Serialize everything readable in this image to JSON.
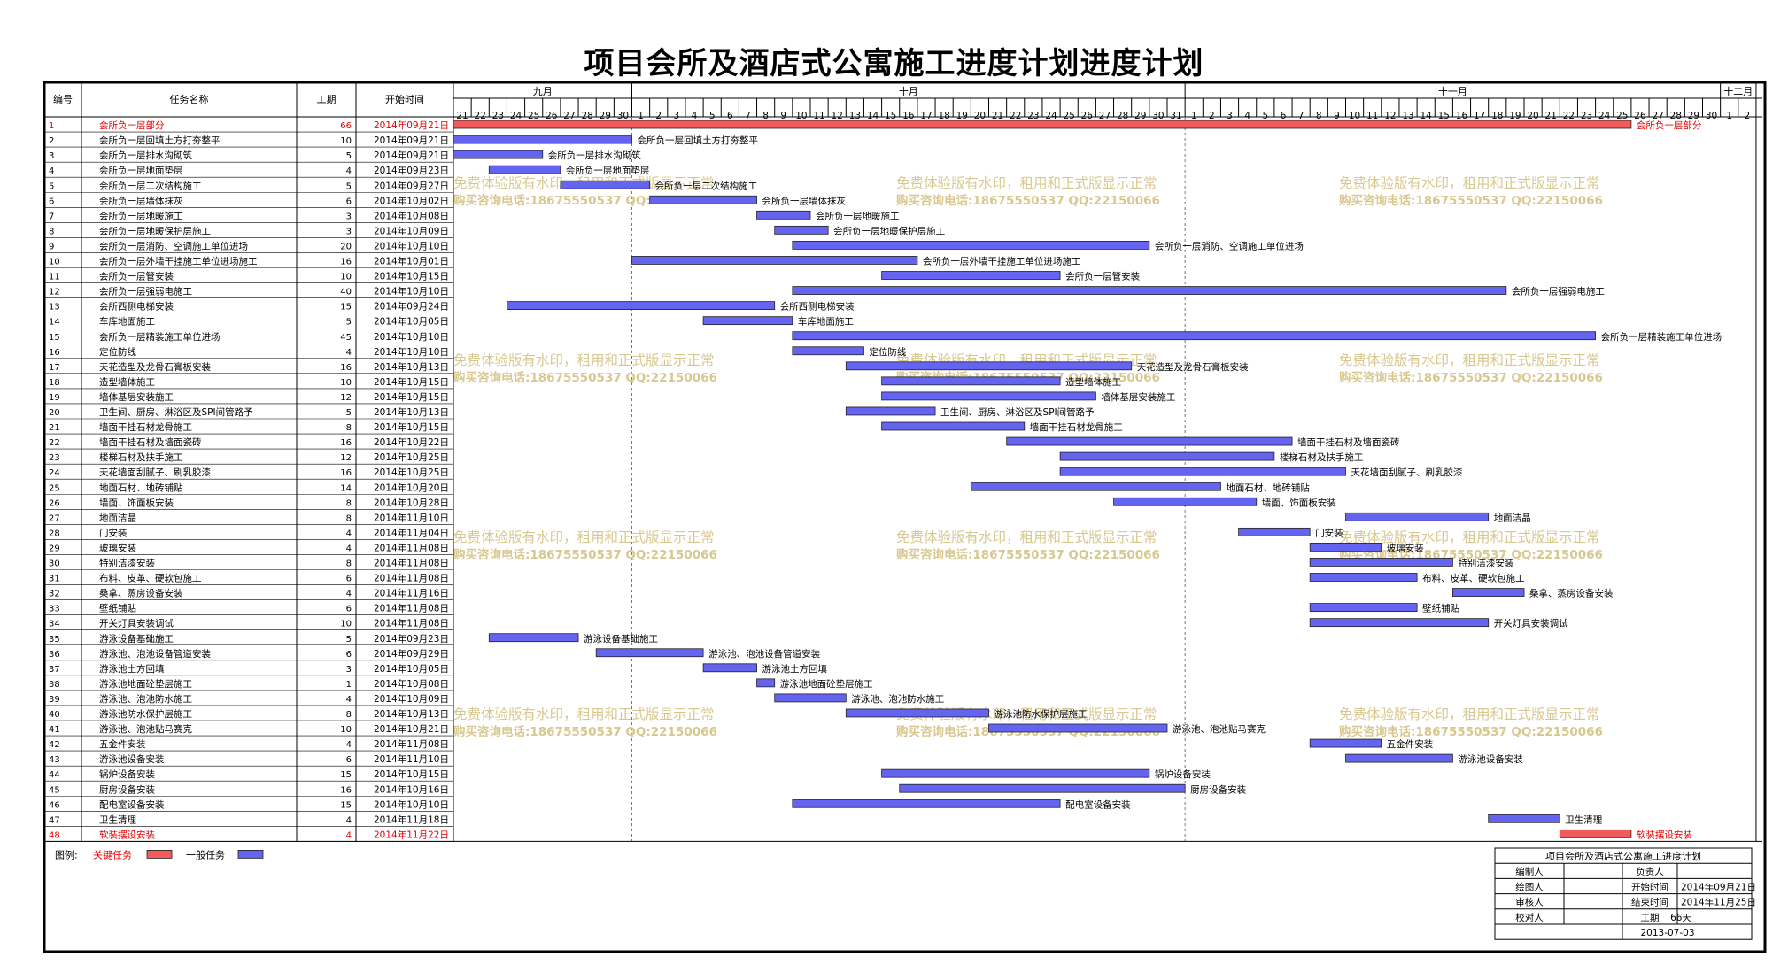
{
  "title": "项目会所及酒店式公寓施工进度计划进度计划",
  "colors": {
    "critical": "#f25b5b",
    "normal": "#6464f0",
    "critical_text": "#e60000",
    "watermark": "#d8c890"
  },
  "table_headers": {
    "id": "编号",
    "name": "任务名称",
    "duration": "工期",
    "start": "开始时间"
  },
  "months": [
    "九月",
    "十月",
    "十一月",
    "十二月"
  ],
  "days": [
    "21",
    "22",
    "23",
    "24",
    "25",
    "26",
    "27",
    "28",
    "29",
    "30",
    "1",
    "2",
    "3",
    "4",
    "5",
    "6",
    "7",
    "8",
    "9",
    "10",
    "11",
    "12",
    "13",
    "14",
    "15",
    "16",
    "17",
    "18",
    "19",
    "20",
    "21",
    "22",
    "23",
    "24",
    "25",
    "26",
    "27",
    "28",
    "29",
    "30",
    "31",
    "1",
    "2",
    "3",
    "4",
    "5",
    "6",
    "7",
    "8",
    "9",
    "10",
    "11",
    "12",
    "13",
    "14",
    "15",
    "16",
    "17",
    "18",
    "19",
    "20",
    "21",
    "22",
    "23",
    "24",
    "25",
    "26",
    "27",
    "28",
    "29",
    "30",
    "1",
    "2"
  ],
  "watermark": {
    "line1": "免费体验版有水印，租用和正式版显示正常",
    "line2": "购买咨询电话:18675550537 QQ:22150066"
  },
  "legend": {
    "label": "图例:",
    "critical": "关键任务",
    "normal": "一般任务"
  },
  "info_box": {
    "title": "项目会所及酒店式公寓施工进度计划",
    "rows": [
      [
        "编制人",
        "",
        "负责人",
        ""
      ],
      [
        "绘图人",
        "",
        "开始时间",
        "2014年09月21日"
      ],
      [
        "审核人",
        "",
        "结束时间",
        "2014年11月25日"
      ],
      [
        "校对人",
        "",
        "工期",
        "66天"
      ]
    ],
    "date": "2013-07-03"
  },
  "chart_data": {
    "type": "gantt",
    "title": "项目会所及酒店式公寓施工进度计划进度计划",
    "x_axis": {
      "start": "2014-09-21",
      "end": "2014-12-02",
      "unit": "day"
    },
    "tasks": [
      {
        "id": "1",
        "name": "会所负一层部分",
        "duration": 66,
        "start": "2014年09月21日",
        "offset": 0,
        "critical": true,
        "label": "会所负一层部分"
      },
      {
        "id": "2",
        "name": "会所负一层回填土方打夯整平",
        "duration": 10,
        "start": "2014年09月21日",
        "offset": 0,
        "critical": false,
        "label": "会所负一层回填土方打夯整平"
      },
      {
        "id": "3",
        "name": "会所负一层排水沟砌筑",
        "duration": 5,
        "start": "2014年09月21日",
        "offset": 0,
        "critical": false,
        "label": "会所负一层排水沟砌筑"
      },
      {
        "id": "4",
        "name": "会所负一层地面垫层",
        "duration": 4,
        "start": "2014年09月23日",
        "offset": 2,
        "critical": false,
        "label": "会所负一层地面垫层"
      },
      {
        "id": "5",
        "name": "会所负一层二次结构施工",
        "duration": 5,
        "start": "2014年09月27日",
        "offset": 6,
        "critical": false,
        "label": "会所负一层二次结构施工"
      },
      {
        "id": "6",
        "name": "会所负一层墙体抹灰",
        "duration": 6,
        "start": "2014年10月02日",
        "offset": 11,
        "critical": false,
        "label": "会所负一层墙体抹灰"
      },
      {
        "id": "7",
        "name": "会所负一层地暖施工",
        "duration": 3,
        "start": "2014年10月08日",
        "offset": 17,
        "critical": false,
        "label": "会所负一层地暖施工"
      },
      {
        "id": "8",
        "name": "会所负一层地暖保护层施工",
        "duration": 3,
        "start": "2014年10月09日",
        "offset": 18,
        "critical": false,
        "label": "会所负一层地暖保护层施工"
      },
      {
        "id": "9",
        "name": "会所负一层消防、空调施工单位进场",
        "duration": 20,
        "start": "2014年10月10日",
        "offset": 19,
        "critical": false,
        "label": "会所负一层消防、空调施工单位进场"
      },
      {
        "id": "10",
        "name": "会所负一层外墙干挂施工单位进场施工",
        "duration": 16,
        "start": "2014年10月01日",
        "offset": 10,
        "critical": false,
        "label": "会所负一层外墙干挂施工单位进场施工"
      },
      {
        "id": "11",
        "name": "会所负一层管安装",
        "duration": 10,
        "start": "2014年10月15日",
        "offset": 24,
        "critical": false,
        "label": "会所负一层管安装"
      },
      {
        "id": "12",
        "name": "会所负一层强弱电施工",
        "duration": 40,
        "start": "2014年10月10日",
        "offset": 19,
        "critical": false,
        "label": "会所负一层强弱电施工"
      },
      {
        "id": "13",
        "name": "会所西侧电梯安装",
        "duration": 15,
        "start": "2014年09月24日",
        "offset": 3,
        "critical": false,
        "label": "会所西侧电梯安装"
      },
      {
        "id": "14",
        "name": "车库地面施工",
        "duration": 5,
        "start": "2014年10月05日",
        "offset": 14,
        "critical": false,
        "label": "车库地面施工"
      },
      {
        "id": "15",
        "name": "会所负一层精装施工单位进场",
        "duration": 45,
        "start": "2014年10月10日",
        "offset": 19,
        "critical": false,
        "label": "会所负一层精装施工单位进场"
      },
      {
        "id": "16",
        "name": "定位防线",
        "duration": 4,
        "start": "2014年10月10日",
        "offset": 19,
        "critical": false,
        "label": "定位防线"
      },
      {
        "id": "17",
        "name": "天花造型及龙骨石膏板安装",
        "duration": 16,
        "start": "2014年10月13日",
        "offset": 22,
        "critical": false,
        "label": "天花造型及龙骨石膏板安装"
      },
      {
        "id": "18",
        "name": "造型墙体施工",
        "duration": 10,
        "start": "2014年10月15日",
        "offset": 24,
        "critical": false,
        "label": "造型墙体施工"
      },
      {
        "id": "19",
        "name": "墙体基层安装施工",
        "duration": 12,
        "start": "2014年10月15日",
        "offset": 24,
        "critical": false,
        "label": "墙体基层安装施工"
      },
      {
        "id": "20",
        "name": "卫生间、厨房、淋浴区及SPI间管路予",
        "duration": 5,
        "start": "2014年10月13日",
        "offset": 22,
        "critical": false,
        "label": "卫生间、厨房、淋浴区及SPI间管路予"
      },
      {
        "id": "21",
        "name": "墙面干挂石材龙骨施工",
        "duration": 8,
        "start": "2014年10月15日",
        "offset": 24,
        "critical": false,
        "label": "墙面干挂石材龙骨施工"
      },
      {
        "id": "22",
        "name": "墙面干挂石材及墙面瓷砖",
        "duration": 16,
        "start": "2014年10月22日",
        "offset": 31,
        "critical": false,
        "label": "墙面干挂石材及墙面瓷砖"
      },
      {
        "id": "23",
        "name": "楼梯石材及扶手施工",
        "duration": 12,
        "start": "2014年10月25日",
        "offset": 34,
        "critical": false,
        "label": "楼梯石材及扶手施工"
      },
      {
        "id": "24",
        "name": "天花墙面刮腻子、刷乳胶漆",
        "duration": 16,
        "start": "2014年10月25日",
        "offset": 34,
        "critical": false,
        "label": "天花墙面刮腻子、刷乳胶漆"
      },
      {
        "id": "25",
        "name": "地面石材、地砖铺贴",
        "duration": 14,
        "start": "2014年10月20日",
        "offset": 29,
        "critical": false,
        "label": "地面石材、地砖铺贴"
      },
      {
        "id": "26",
        "name": "墙面、饰面板安装",
        "duration": 8,
        "start": "2014年10月28日",
        "offset": 37,
        "critical": false,
        "label": "墙面、饰面板安装"
      },
      {
        "id": "27",
        "name": "地面洁晶",
        "duration": 8,
        "start": "2014年11月10日",
        "offset": 50,
        "critical": false,
        "label": "地面洁晶"
      },
      {
        "id": "28",
        "name": "门安装",
        "duration": 4,
        "start": "2014年11月04日",
        "offset": 44,
        "critical": false,
        "label": "门安装"
      },
      {
        "id": "29",
        "name": "玻璃安装",
        "duration": 4,
        "start": "2014年11月08日",
        "offset": 48,
        "critical": false,
        "label": "玻璃安装"
      },
      {
        "id": "30",
        "name": "特别洁漆安装",
        "duration": 8,
        "start": "2014年11月08日",
        "offset": 48,
        "critical": false,
        "label": "特别洁漆安装"
      },
      {
        "id": "31",
        "name": "布料、皮革、硬软包施工",
        "duration": 6,
        "start": "2014年11月08日",
        "offset": 48,
        "critical": false,
        "label": "布料、皮革、硬软包施工"
      },
      {
        "id": "32",
        "name": "桑拿、蒸房设备安装",
        "duration": 4,
        "start": "2014年11月16日",
        "offset": 56,
        "critical": false,
        "label": "桑拿、蒸房设备安装"
      },
      {
        "id": "33",
        "name": "壁纸铺贴",
        "duration": 6,
        "start": "2014年11月08日",
        "offset": 48,
        "critical": false,
        "label": "壁纸铺贴"
      },
      {
        "id": "34",
        "name": "开关灯具安装调试",
        "duration": 10,
        "start": "2014年11月08日",
        "offset": 48,
        "critical": false,
        "label": "开关灯具安装调试"
      },
      {
        "id": "35",
        "name": "游泳设备基础施工",
        "duration": 5,
        "start": "2014年09月23日",
        "offset": 2,
        "critical": false,
        "label": "游泳设备基础施工"
      },
      {
        "id": "36",
        "name": "游泳池、泡池设备管道安装",
        "duration": 6,
        "start": "2014年09月29日",
        "offset": 8,
        "critical": false,
        "label": "游泳池、泡池设备管道安装"
      },
      {
        "id": "37",
        "name": "游泳池土方回填",
        "duration": 3,
        "start": "2014年10月05日",
        "offset": 14,
        "critical": false,
        "label": "游泳池土方回填"
      },
      {
        "id": "38",
        "name": "游泳池地面砼垫层施工",
        "duration": 1,
        "start": "2014年10月08日",
        "offset": 17,
        "critical": false,
        "label": "游泳池地面砼垫层施工"
      },
      {
        "id": "39",
        "name": "游泳池、泡池防水施工",
        "duration": 4,
        "start": "2014年10月09日",
        "offset": 18,
        "critical": false,
        "label": "游泳池、泡池防水施工"
      },
      {
        "id": "40",
        "name": "游泳池防水保护层施工",
        "duration": 8,
        "start": "2014年10月13日",
        "offset": 22,
        "critical": false,
        "label": "游泳池防水保护层施工"
      },
      {
        "id": "41",
        "name": "游泳池、泡池贴马赛克",
        "duration": 10,
        "start": "2014年10月21日",
        "offset": 30,
        "critical": false,
        "label": "游泳池、泡池贴马赛克"
      },
      {
        "id": "42",
        "name": "五金件安装",
        "duration": 4,
        "start": "2014年11月08日",
        "offset": 48,
        "critical": false,
        "label": "五金件安装"
      },
      {
        "id": "43",
        "name": "游泳池设备安装",
        "duration": 6,
        "start": "2014年11月10日",
        "offset": 50,
        "critical": false,
        "label": "游泳池设备安装"
      },
      {
        "id": "44",
        "name": "锅炉设备安装",
        "duration": 15,
        "start": "2014年10月15日",
        "offset": 24,
        "critical": false,
        "label": "锅炉设备安装"
      },
      {
        "id": "45",
        "name": "厨房设备安装",
        "duration": 16,
        "start": "2014年10月16日",
        "offset": 25,
        "critical": false,
        "label": "厨房设备安装"
      },
      {
        "id": "46",
        "name": "配电室设备安装",
        "duration": 15,
        "start": "2014年10月10日",
        "offset": 19,
        "critical": false,
        "label": "配电室设备安装"
      },
      {
        "id": "47",
        "name": "卫生清理",
        "duration": 4,
        "start": "2014年11月18日",
        "offset": 58,
        "critical": false,
        "label": "卫生清理"
      },
      {
        "id": "48",
        "name": "软装摆设安装",
        "duration": 4,
        "start": "2014年11月22日",
        "offset": 62,
        "critical": true,
        "label": "软装摆设安装"
      }
    ]
  }
}
